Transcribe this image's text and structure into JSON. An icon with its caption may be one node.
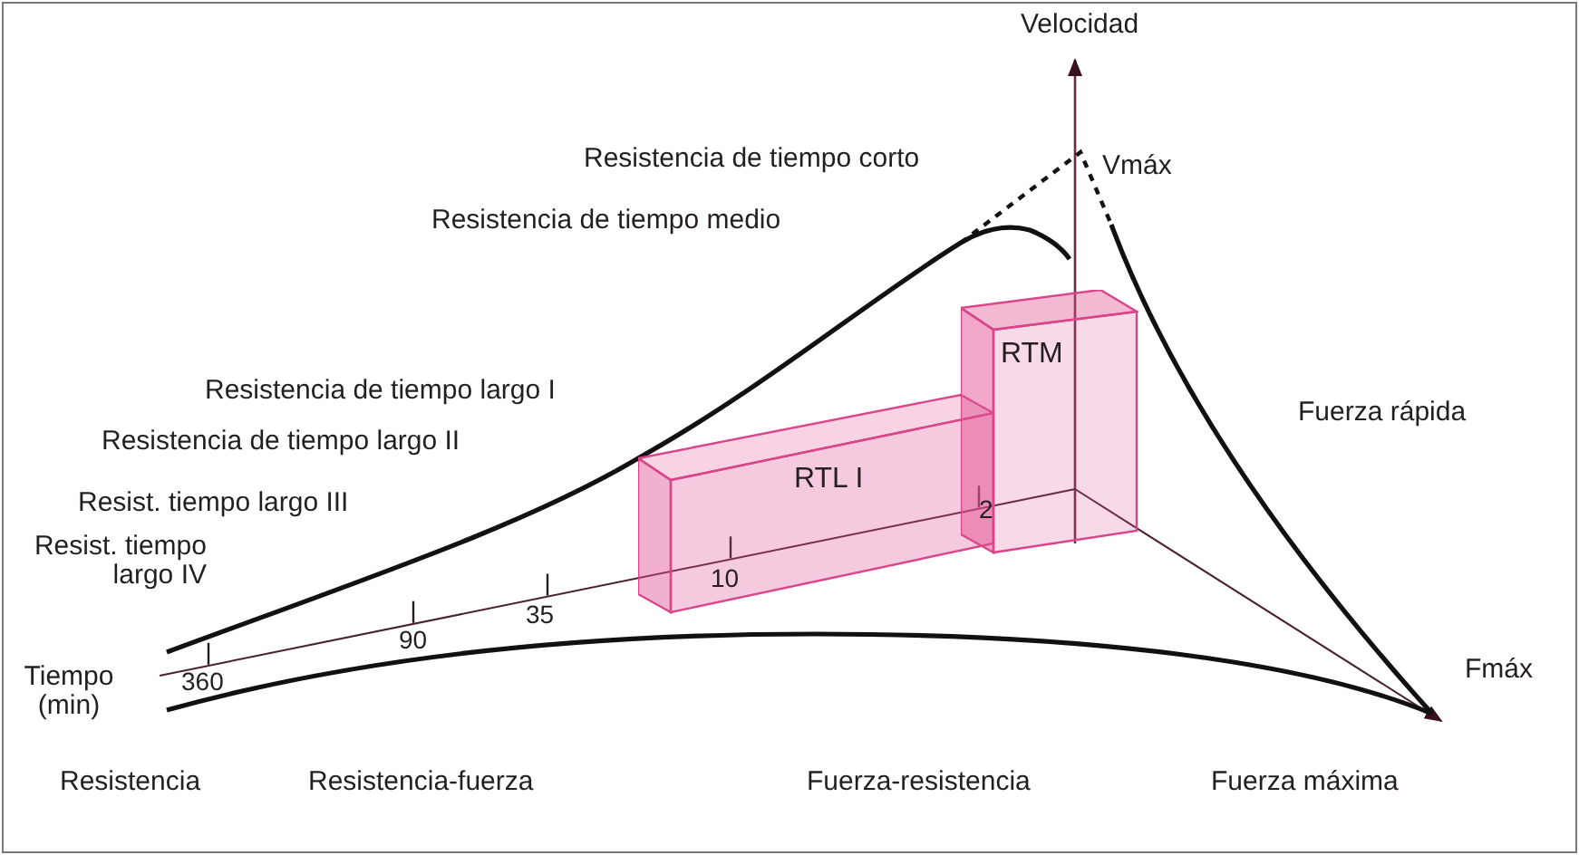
{
  "diagram": {
    "nodes": [
      {
        "text": [
          "RTL I"
        ]
      },
      {
        "text": [
          "RTM"
        ]
      }
    ],
    "labels": [
      "Velocidad",
      "Resistencia de tiempo corto",
      "Vmáx",
      "Resistencia de tiempo medio",
      "Resistencia de tiempo largo I",
      "Resistencia de tiempo largo II",
      "Fuerza rápida",
      "Resist. tiempo largo III",
      "Resist. tiempo largo IV",
      "10",
      "35",
      "90",
      "2",
      "360",
      "Fmáx",
      "Tiempo (min)",
      "Resistencia",
      "Resistencia-fuerza",
      "Fuerza-resistencia",
      "Fuerza máxima"
    ]
  }
}
